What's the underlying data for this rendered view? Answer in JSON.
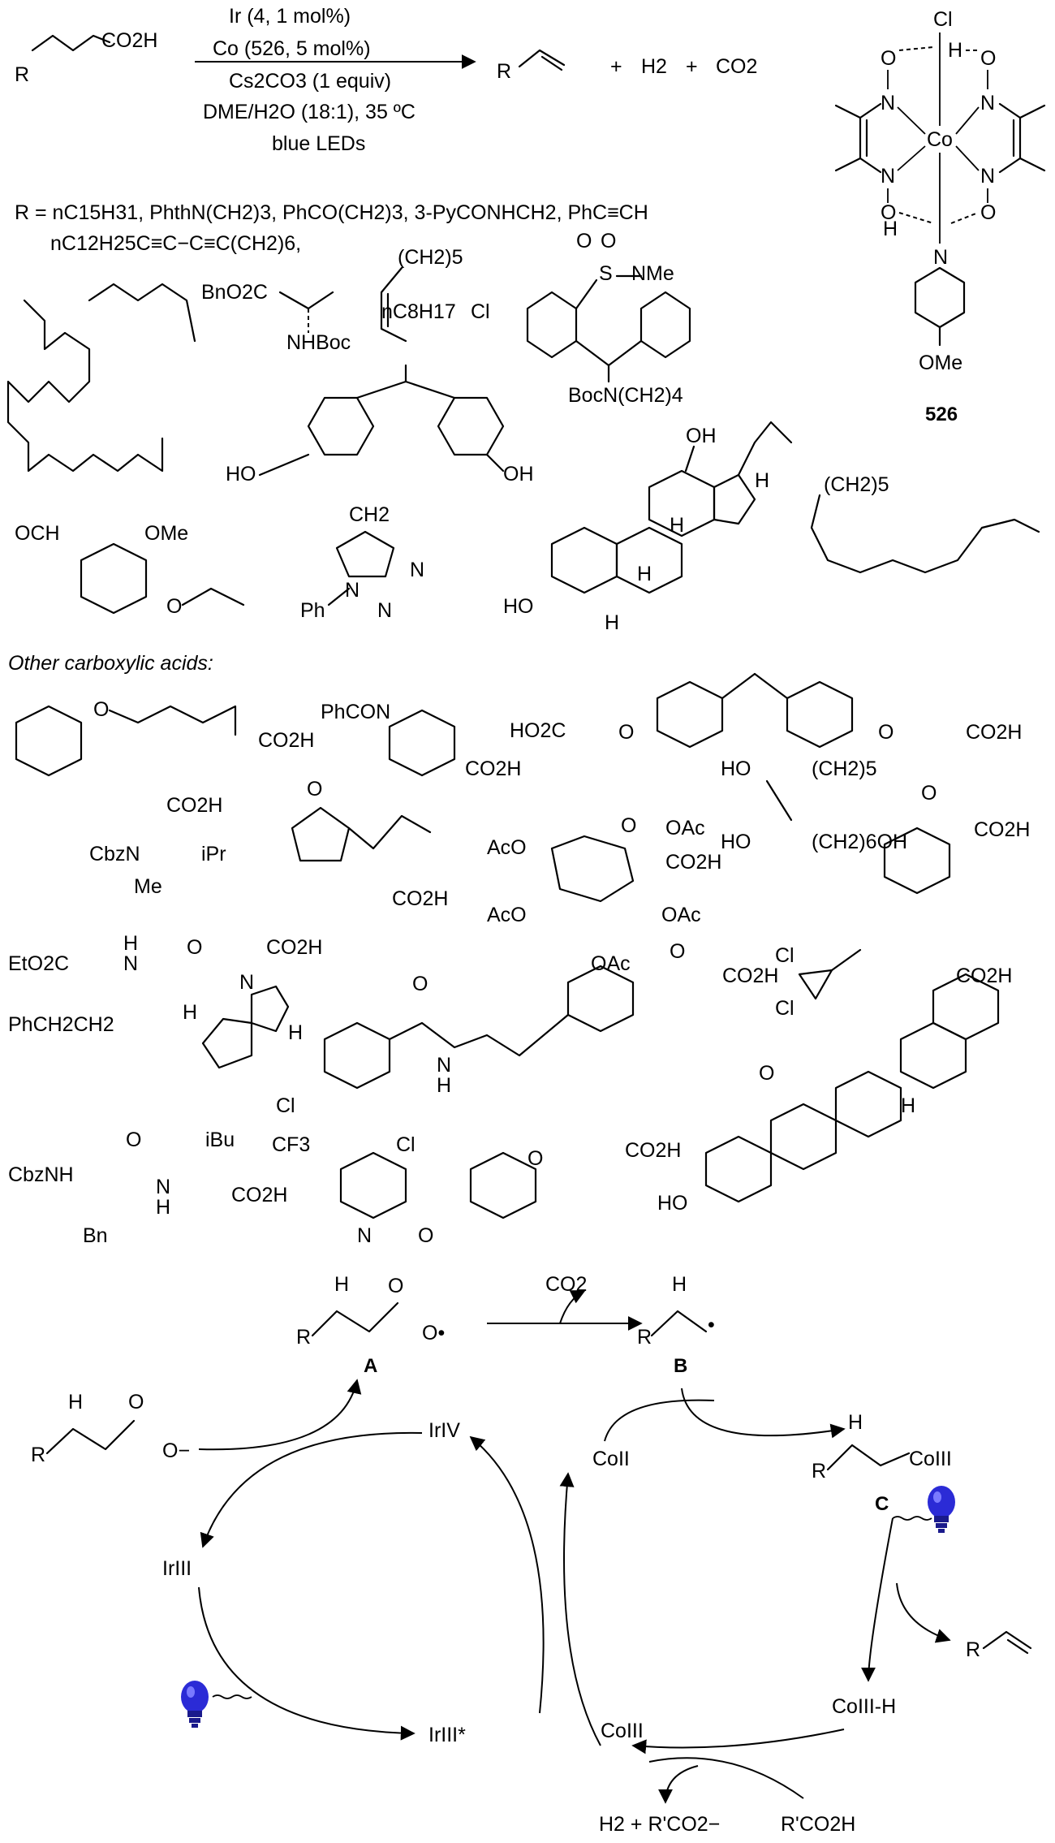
{
  "reaction": {
    "substrate": "CO2H",
    "substrate_r": "R",
    "catalyst_ir": "Ir (4, 1 mol%)",
    "catalyst_co": "Co (526, 5 mol%)",
    "base": "Cs2CO3 (1 equiv)",
    "solvent": "DME/H2O (18:1), 35 ºC",
    "light": "blue LEDs",
    "product_r": "R",
    "plus1": "+",
    "h2": "H2",
    "plus2": "+",
    "co2": "CO2"
  },
  "cobalt_complex": {
    "cl": "Cl",
    "co": "Co",
    "h_top": "H",
    "h_bottom": "H",
    "n_labels": [
      "N",
      "N",
      "N",
      "N"
    ],
    "o_labels": [
      "O",
      "O",
      "O",
      "O"
    ],
    "py_n": "N",
    "ome": "OMe",
    "label": "526"
  },
  "scope": {
    "r_line1": "R = nC15H31, PhthN(CH2)3, PhCO(CH2)3, 3-PyCONHCH2, PhC≡CH",
    "r_line2": "nC12H25C≡C−C≡C(CH2)6,",
    "alkene_chain_top": "(CH2)5",
    "alkene_chain_bottom": "nC8H17",
    "aa_ester": "BnO2C",
    "aa_nhboc": "NHBoc",
    "sulfone_cl": "Cl",
    "sulfone_s": "S",
    "sulfone_nme": "NMe",
    "sulfone_o1": "O",
    "sulfone_o2": "O",
    "sulfone_boc": "BocN(CH2)4",
    "bisphenol_ho_left": "HO",
    "bisphenol_oh_right": "OH",
    "steroid_oh": "OH",
    "steroid_ho": "HO",
    "steroid_h1": "H",
    "steroid_h2": "H",
    "steroid_h3": "H",
    "steroid_h4": "H",
    "vanillin_och": "OCH",
    "vanillin_ome": "OMe",
    "vanillin_o": "O",
    "triazole_ch2": "CH2",
    "triazole_ph": "Ph",
    "triazole_n1": "N",
    "triazole_n2": "N",
    "triazole_n3": "N",
    "triene_chain": "(CH2)5"
  },
  "other": {
    "heading": "Other carboxylic acids:",
    "gemfib_o": "O",
    "gemfib_co2h": "CO2H",
    "pip_phcon": "PhCON",
    "pip_co2h": "CO2H",
    "bis_ho2c": "HO2C",
    "bis_o1": "O",
    "bis_o2": "O",
    "bis_co2h": "CO2H",
    "diol_ho1": "HO",
    "diol_chain1": "(CH2)5",
    "diol_ho2": "HO",
    "diol_chain2": "(CH2)6OH",
    "val_co2h": "CO2H",
    "val_cbzn": "CbzN",
    "val_ipr": "iPr",
    "val_me": "Me",
    "jas_o": "O",
    "jas_co2h": "CO2H",
    "sug_aco1": "AcO",
    "sug_oac1": "OAc",
    "sug_co2h": "CO2H",
    "sug_aco2": "AcO",
    "sug_oac2": "OAc",
    "sug_oac3": "OAc",
    "sug_o": "O",
    "fib_co2h": "CO2H",
    "fib_o": "O",
    "ram_eto2c": "EtO2C",
    "ram_h": "H",
    "ram_n": "N",
    "ram_phch2ch2": "PhCH2CH2",
    "ram_o": "O",
    "ram_n2": "N",
    "ram_co2h": "CO2H",
    "ram_h2": "H",
    "ram_h3": "H",
    "bez_o": "O",
    "bez_n": "N",
    "bez_h": "H",
    "bez_o2": "O",
    "bez_co2h": "CO2H",
    "bez_cl": "Cl",
    "cip_cl1": "Cl",
    "cip_cl2": "Cl",
    "gly_co2h": "CO2H",
    "gly_o": "O",
    "gly_h": "H",
    "gly_ho": "HO",
    "pep_cbznh": "CbzNH",
    "pep_o": "O",
    "pep_ibu": "iBu",
    "pep_n": "N",
    "pep_h": "H",
    "pep_co2h": "CO2H",
    "pep_bn": "Bn",
    "hal_cf3": "CF3",
    "hal_cl": "Cl",
    "hal_n": "N",
    "hal_o": "O",
    "hal_o2": "O",
    "hal_co2h": "CO2H"
  },
  "mechanism": {
    "a_h": "H",
    "a_r": "R",
    "a_o": "O",
    "a_o_rad": "O•",
    "a_label": "A",
    "co2": "CO2",
    "b_h": "H",
    "b_r": "R",
    "b_rad": "•",
    "b_label": "B",
    "carb_h": "H",
    "carb_r": "R",
    "carb_o": "O",
    "carb_o_minus": "O−",
    "ir_iv": "IrIV",
    "ir_iii": "IrIII",
    "ir_iii_star": "IrIII*",
    "co_ii": "CoII",
    "c_h": "H",
    "c_r": "R",
    "c_co": "CoIII",
    "c_label": "C",
    "alkene_r": "R",
    "co_h": "CoIII-H",
    "co_iii": "CoIII",
    "products": "H2  +  R'CO2−",
    "acid": "R'CO2H"
  },
  "colors": {
    "bulb": "#2b2bd6",
    "bulb_base": "#1a1a8c",
    "ink": "#000000"
  }
}
